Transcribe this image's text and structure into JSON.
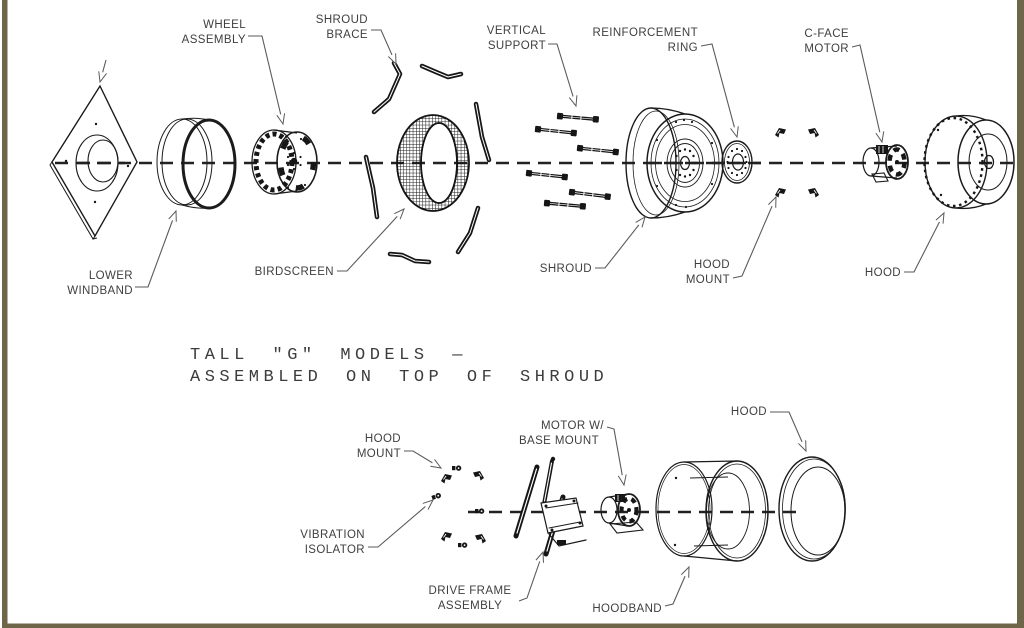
{
  "colors": {
    "border": "#6f664a",
    "line": "#1b1b1b",
    "label": "#3f3f3f",
    "leader": "#5a5a5a",
    "background": "#ffffff"
  },
  "heading": {
    "line1": "TALL \"G\" MODELS —",
    "line2": "ASSEMBLED ON TOP OF SHROUD"
  },
  "top_view": {
    "labels": {
      "wheel_assembly": [
        "WHEEL",
        "ASSEMBLY"
      ],
      "shroud_brace": [
        "SHROUD",
        "BRACE"
      ],
      "vertical_support": [
        "VERTICAL",
        "SUPPORT"
      ],
      "reinforcement_ring": [
        "REINFORCEMENT",
        "RING"
      ],
      "c_face_motor": [
        "C-FACE",
        "MOTOR"
      ],
      "lower_windband": [
        "LOWER",
        "WINDBAND"
      ],
      "birdscreen": "BIRDSCREEN",
      "shroud": "SHROUD",
      "hood_mount": [
        "HOOD",
        "MOUNT"
      ],
      "hood": "HOOD"
    }
  },
  "bottom_view": {
    "labels": {
      "hood_mount": [
        "HOOD",
        "MOUNT"
      ],
      "motor_w_base_mount": [
        "MOTOR W/",
        "BASE MOUNT"
      ],
      "hood": "HOOD",
      "vibration_isolator": [
        "VIBRATION",
        "ISOLATOR"
      ],
      "drive_frame_assembly": [
        "DRIVE FRAME",
        "ASSEMBLY"
      ],
      "hoodband": "HOODBAND"
    }
  }
}
